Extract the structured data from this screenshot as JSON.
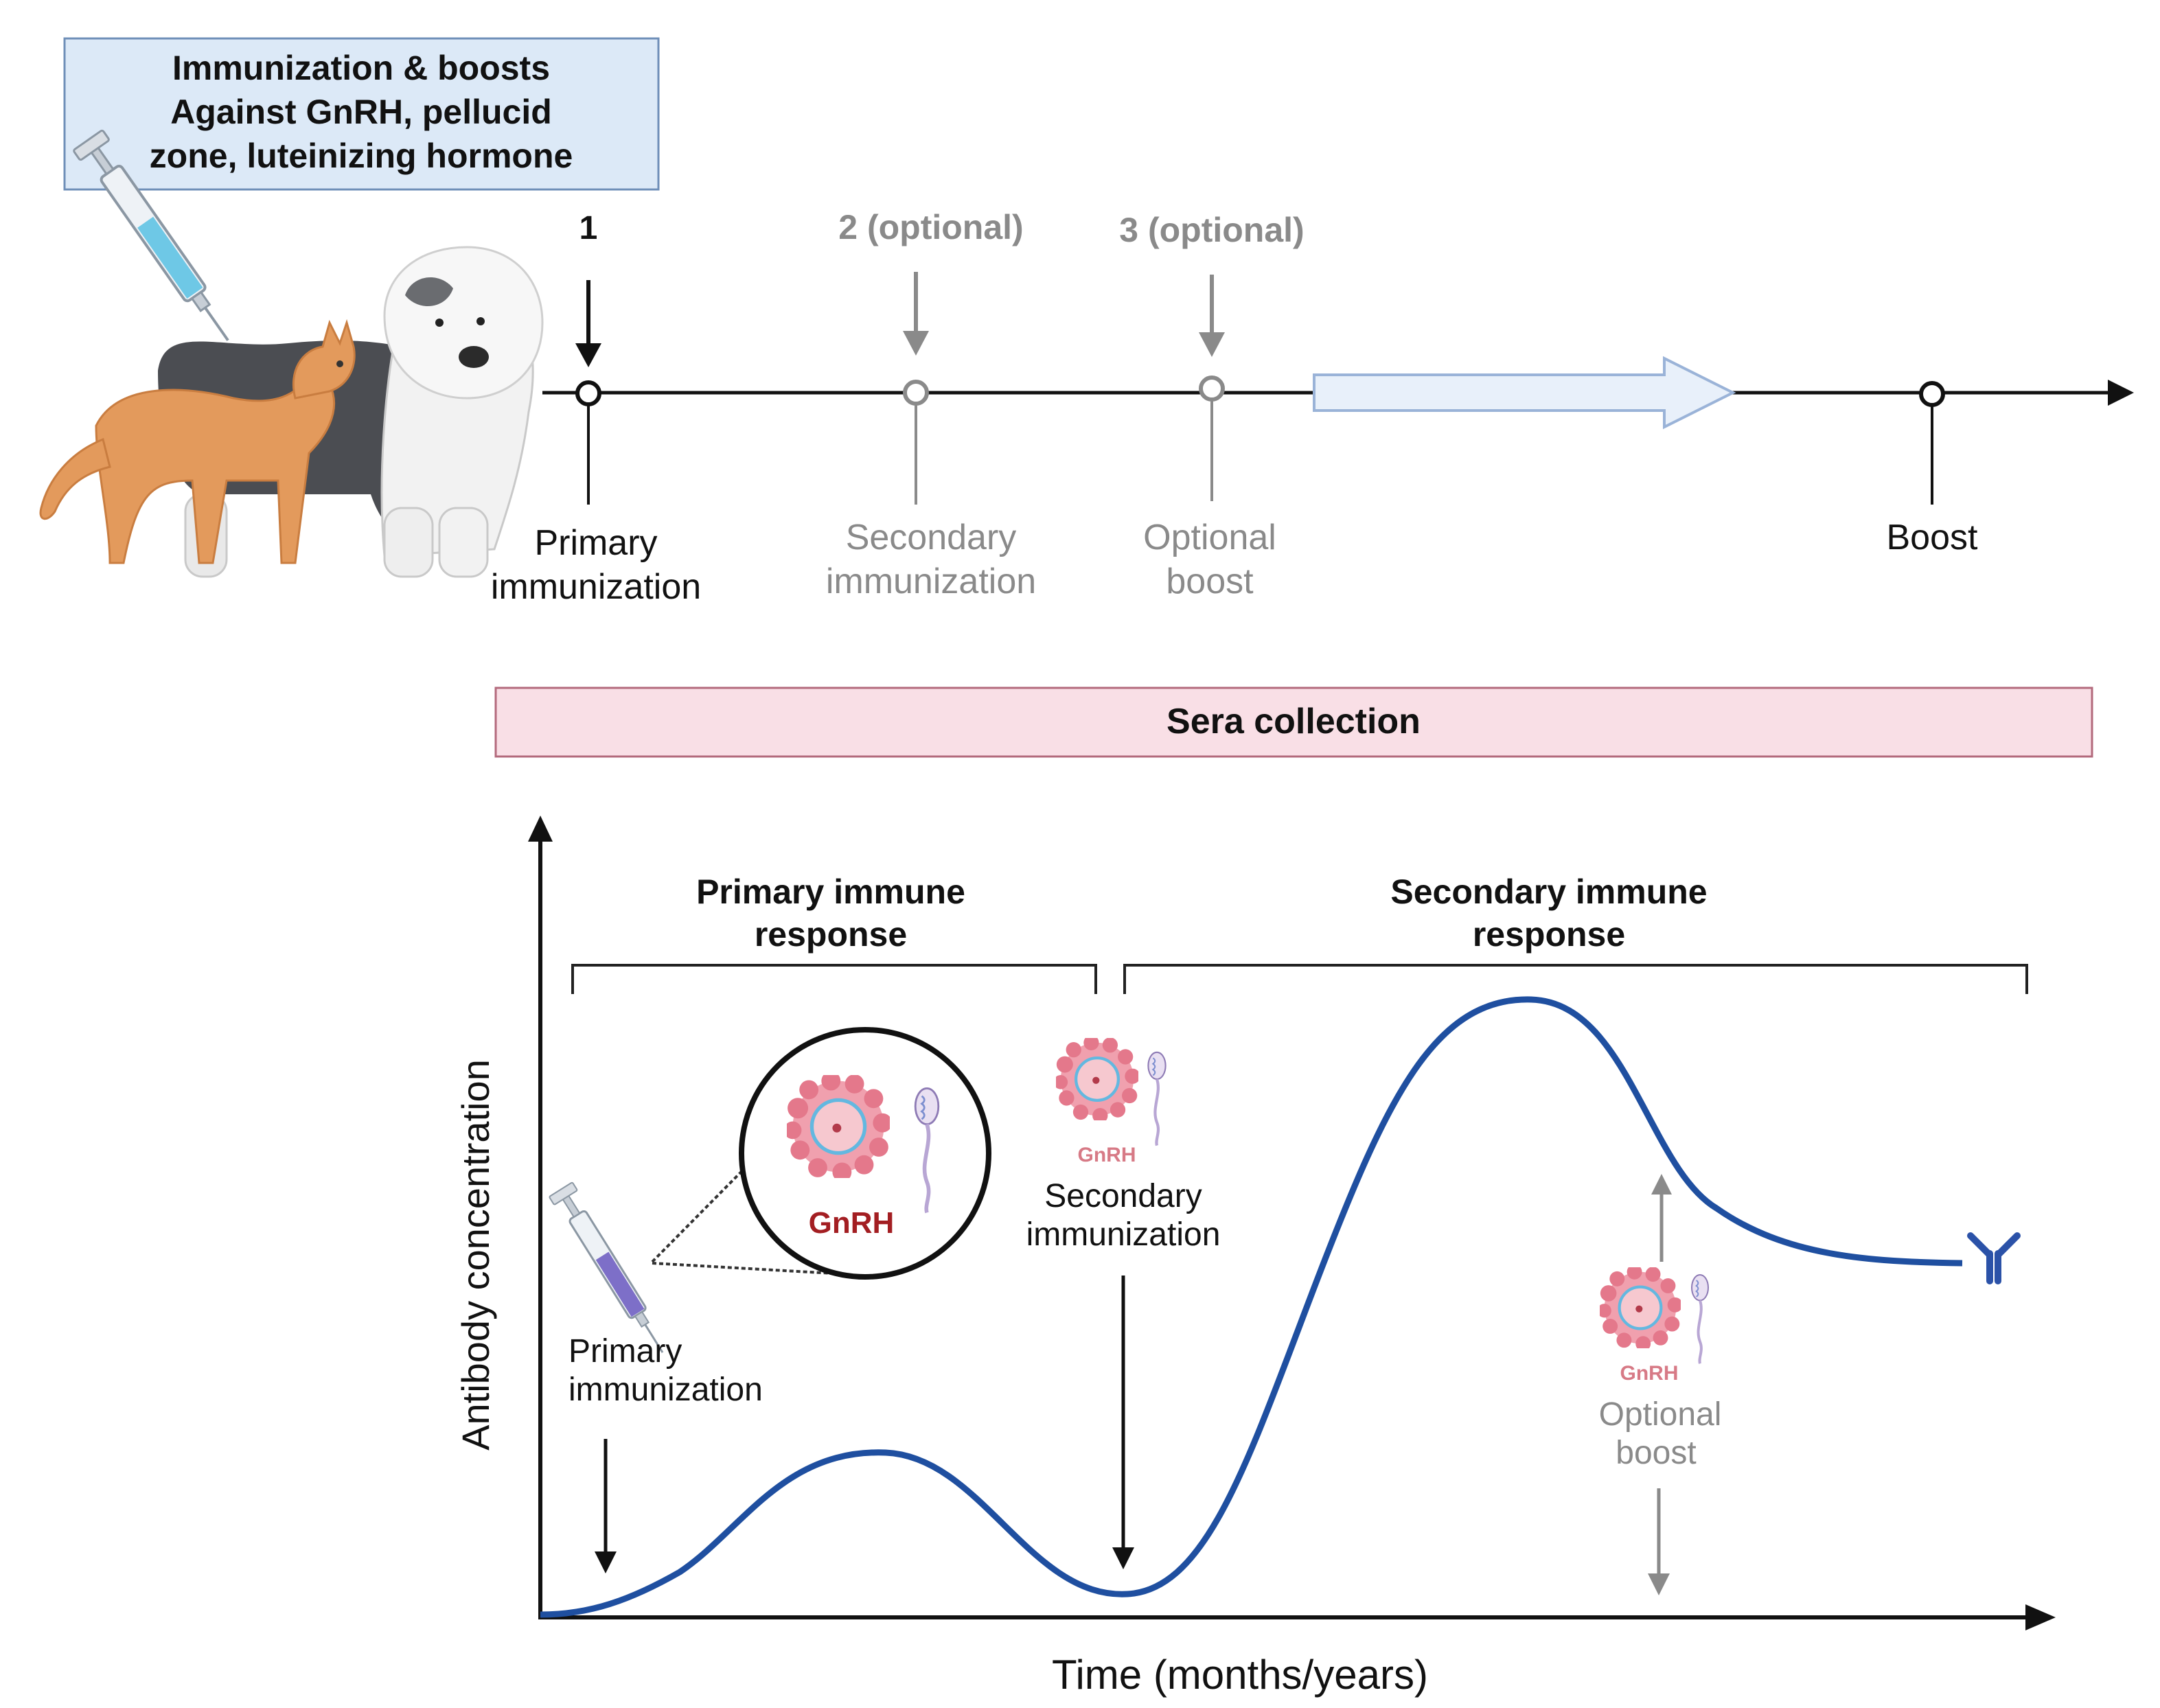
{
  "header_box": {
    "lines": [
      "Immunization & boosts",
      "Against GnRH, pellucid",
      "zone, luteinizing hormone"
    ]
  },
  "timeline": {
    "step1": "1",
    "step2": "2 (optional)",
    "step3": "3 (optional)",
    "primary_lines": [
      "Primary",
      "immunization"
    ],
    "secondary_lines": [
      "Secondary",
      "immunization"
    ],
    "optional_lines": [
      "Optional",
      "boost"
    ],
    "boost": "Boost"
  },
  "sera_label": "Sera collection",
  "graph": {
    "y_label": "Antibody concentration",
    "x_label": "Time (months/years)",
    "primary_response_lines": [
      "Primary immune",
      "response"
    ],
    "secondary_response_lines": [
      "Secondary immune",
      "response"
    ],
    "primary_imm_lines": [
      "Primary",
      "immunization"
    ],
    "secondary_imm_lines": [
      "Secondary",
      "immunization"
    ],
    "optional_boost_lines": [
      "Optional",
      "boost"
    ],
    "gnrh_big": "GnRH",
    "gnrh_small_1": "GnRH",
    "gnrh_small_2": "GnRH"
  },
  "colors": {
    "curve": "#1f4fa0",
    "header_fill": "#dce9f7",
    "header_stroke": "#6f8fb8",
    "sera_fill": "#f9dfe6",
    "sera_stroke": "#b36a7c",
    "gnrh_red": "#a31e22",
    "gnrh_pink": "#d77a86",
    "grey": "#8a8a8a"
  },
  "icons": [
    "syringe-icon",
    "cat-icon",
    "dog-icon",
    "oocyte-icon",
    "sperm-icon",
    "antibody-icon",
    "timeline-arrow-icon"
  ]
}
